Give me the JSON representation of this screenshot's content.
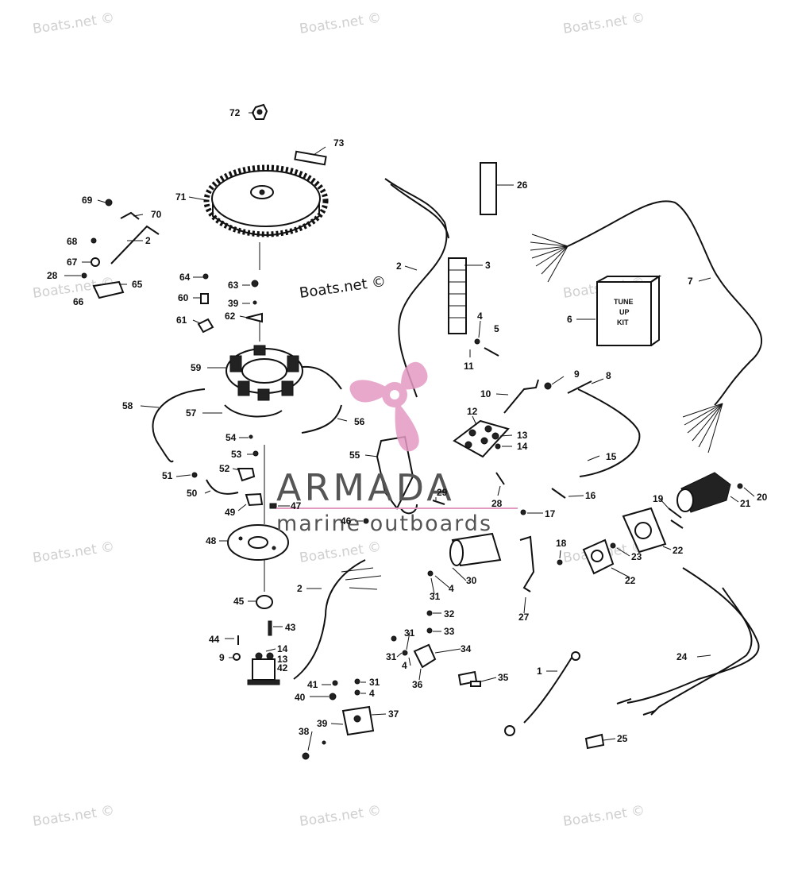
{
  "watermark": "Boats.net ©",
  "brand": {
    "name": "ARMADA",
    "tagline": "marine outboards",
    "logo_color": "#e39ac2",
    "text_color": "#555555"
  },
  "tune_up_kit": {
    "line1": "TUNE",
    "line2": "UP",
    "line3": "KIT"
  },
  "part_numbers": {
    "p72": "72",
    "p73": "73",
    "p71": "71",
    "p26": "26",
    "p69": "69",
    "p70": "70",
    "p2a": "2",
    "p68": "68",
    "p2b": "2",
    "p3": "3",
    "p67": "67",
    "p28a": "28",
    "p65": "65",
    "p66": "66",
    "p64": "64",
    "p63": "63",
    "p7": "7",
    "p60": "60",
    "p39a": "39",
    "p6": "6",
    "p4a": "4",
    "p5": "5",
    "p61": "61",
    "p62": "62",
    "p11": "11",
    "p59": "59",
    "p9a": "9",
    "p8": "8",
    "p10": "10",
    "p58": "58",
    "p12": "12",
    "p57": "57",
    "p56": "56",
    "p13a": "13",
    "p14a": "14",
    "p54": "54",
    "p53": "53",
    "p55": "55",
    "p15": "15",
    "p52": "52",
    "p51": "51",
    "p29": "29",
    "p28b": "28",
    "p20": "20",
    "p19": "19",
    "p16": "16",
    "p21": "21",
    "p50": "50",
    "p47": "47",
    "p49": "49",
    "p17": "17",
    "p46": "46",
    "p48": "48",
    "p18": "18",
    "p22a": "22",
    "p23": "23",
    "p22b": "22",
    "p2c": "2",
    "p30": "30",
    "p31a": "31",
    "p4b": "4",
    "p45": "45",
    "p27": "27",
    "p32": "32",
    "p43": "43",
    "p33": "33",
    "p44": "44",
    "p31b": "31",
    "p14b": "14",
    "p9b": "9",
    "p13b": "13",
    "p42": "42",
    "p34": "34",
    "p24": "24",
    "p31c": "31",
    "p4c": "4",
    "p1": "1",
    "p36": "36",
    "p35": "35",
    "p41": "41",
    "p31d": "31",
    "p40": "40",
    "p4d": "4",
    "p37": "37",
    "p39b": "39",
    "p38": "38",
    "p25": "25"
  }
}
